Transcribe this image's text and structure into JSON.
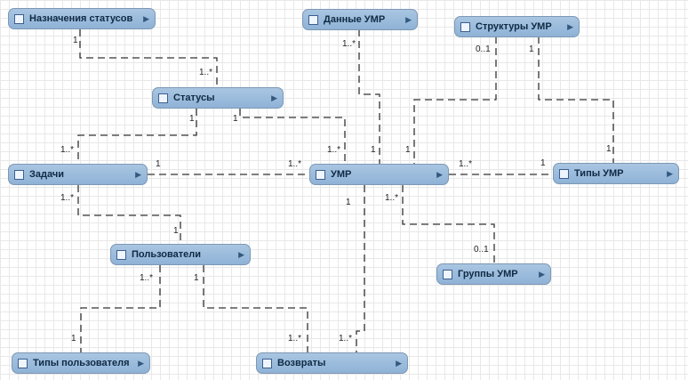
{
  "entities": {
    "naznacheniya": "Назначения статусов",
    "dannye": "Данные УМР",
    "struktury": "Структуры УМР",
    "statusy": "Статусы",
    "zadachi": "Задачи",
    "umr": "УМР",
    "tipy_umr": "Типы УМР",
    "polzovateli": "Пользователи",
    "gruppy_umr": "Группы УМР",
    "tipy_polzovatelya": "Типы пользователя",
    "vozvraty": "Возвраты"
  },
  "relations": [
    {
      "from": "Назначения статусов",
      "to": "Статусы",
      "from_mult": "1",
      "to_mult": "1..*"
    },
    {
      "from": "Статусы",
      "to": "Задачи",
      "from_mult": "1",
      "to_mult": "1..*"
    },
    {
      "from": "Статусы",
      "to": "УМР",
      "from_mult": "1",
      "to_mult": "1..*"
    },
    {
      "from": "Задачи",
      "to": "УМР",
      "from_mult": "1",
      "to_mult": "1..*"
    },
    {
      "from": "Данные УМР",
      "to": "УМР",
      "from_mult": "1..*",
      "to_mult": "1"
    },
    {
      "from": "Структуры УМР",
      "to": "УМР",
      "from_mult": "0..1",
      "to_mult": "1"
    },
    {
      "from": "Структуры УМР",
      "to": "Типы УМР",
      "from_mult": "1",
      "to_mult": "1"
    },
    {
      "from": "УМР",
      "to": "Типы УМР",
      "from_mult": "1..*",
      "to_mult": "1"
    },
    {
      "from": "УМР",
      "to": "Группы УМР",
      "from_mult": "1..*",
      "to_mult": "0..1"
    },
    {
      "from": "УМР",
      "to": "Возвраты",
      "from_mult": "1",
      "to_mult": "1..*"
    },
    {
      "from": "Задачи",
      "to": "Пользователи",
      "from_mult": "1..*",
      "to_mult": "1"
    },
    {
      "from": "Пользователи",
      "to": "Типы пользователя",
      "from_mult": "1..*",
      "to_mult": "1"
    },
    {
      "from": "Пользователи",
      "to": "Возвраты",
      "from_mult": "1",
      "to_mult": "1..*"
    }
  ],
  "icons": {
    "entity": "table-icon",
    "expand": "expand-arrow-icon"
  },
  "colors": {
    "entity_fill": "#9dbcdc",
    "entity_border": "#7d98b4",
    "line": "#333333",
    "grid": "#e8e8e8"
  }
}
